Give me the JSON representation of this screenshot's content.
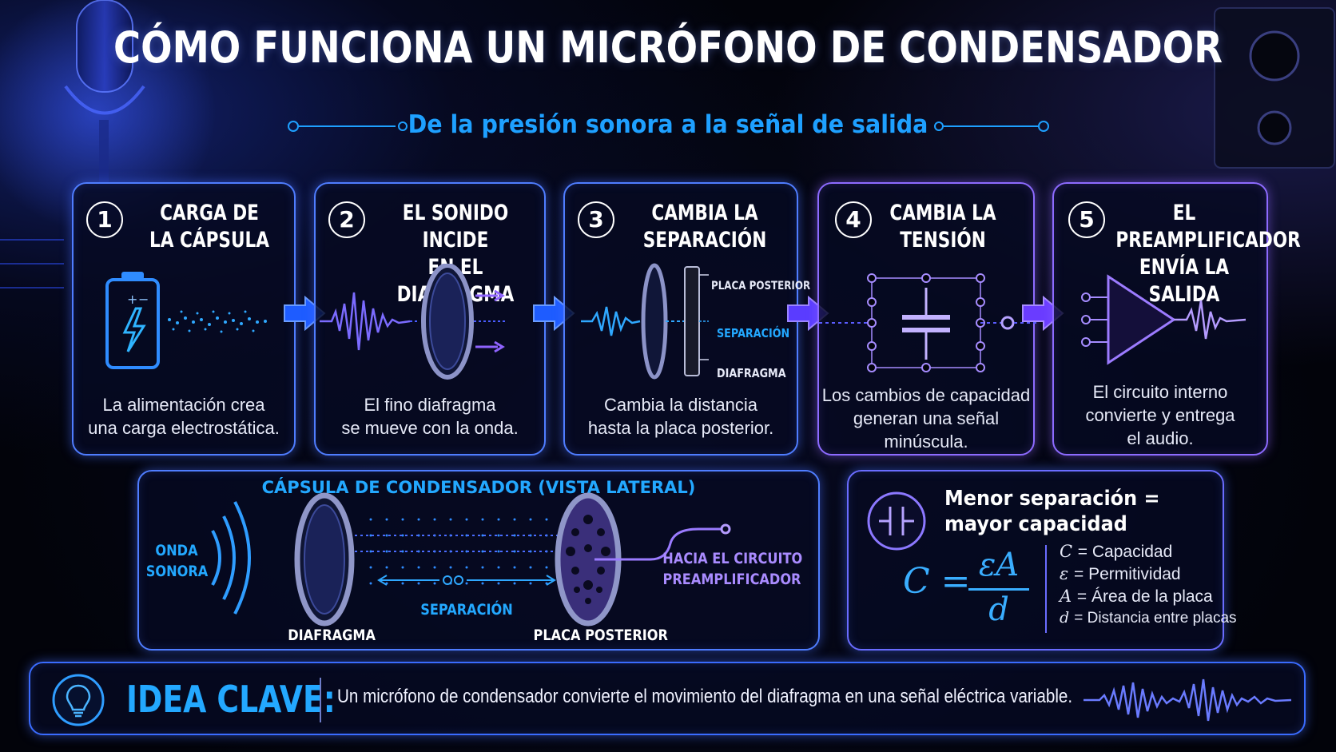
{
  "header": {
    "title": "CÓMO FUNCIONA UN MICRÓFONO DE CONDENSADOR",
    "subtitle": "De la presión sonora a la señal de salida"
  },
  "steps": [
    {
      "number": "1",
      "title_line1": "CARGA DE",
      "title_line2": "LA CÁPSULA",
      "desc_line1": "La alimentación crea",
      "desc_line2": "una carga electrostática."
    },
    {
      "number": "2",
      "title_line1": "EL SONIDO INCIDE",
      "title_line2": "EN EL DIAFRAGMA",
      "desc_line1": "El fino diafragma",
      "desc_line2": "se mueve con la onda."
    },
    {
      "number": "3",
      "title_line1": "CAMBIA LA",
      "title_line2": "SEPARACIÓN",
      "desc_line1": "Cambia la distancia",
      "desc_line2": "hasta la placa posterior.",
      "labels": {
        "back_plate": "PLACA POSTERIOR",
        "gap": "SEPARACIÓN",
        "diaphragm": "DIAFRAGMA"
      }
    },
    {
      "number": "4",
      "title_line1": "CAMBIA LA",
      "title_line2": "TENSIÓN",
      "desc_line1": "Los cambios de capacidad",
      "desc_line2": "generan una señal",
      "desc_line3": "minúscula."
    },
    {
      "number": "5",
      "title_line1": "EL PREAMPLIFICADOR",
      "title_line2": "ENVÍA LA SALIDA",
      "desc_line1": "El circuito interno",
      "desc_line2": "convierte y entrega",
      "desc_line3": "el audio."
    }
  ],
  "capsule": {
    "title": "CÁPSULA DE CONDENSADOR (VISTA LATERAL)",
    "wave_line1": "ONDA",
    "wave_line2": "SONORA",
    "diaphragm": "DIAFRAGMA",
    "gap": "SEPARACIÓN",
    "back_plate": "PLACA POSTERIOR",
    "circuit_line1": "HACIA EL CIRCUITO",
    "circuit_line2": "PREAMPLIFICADOR"
  },
  "formula": {
    "heading_line1": "Menor separación =",
    "heading_line2": "mayor capacidad",
    "lhs": "C",
    "numerator": "εA",
    "denominator": "d",
    "legend": [
      {
        "sym": "C",
        "text": "= Capacidad"
      },
      {
        "sym": "ε",
        "text": "= Permitividad"
      },
      {
        "sym": "A",
        "text": "= Área de la placa"
      },
      {
        "sym": "d",
        "text": "= Distancia entre placas"
      }
    ]
  },
  "key_idea": {
    "label": "IDEA CLAVE:",
    "text": "Un micrófono de condensador convierte el movimiento del diafragma en una señal eléctrica variable."
  },
  "colors": {
    "accent_blue": "#1ea0ff",
    "accent_violet": "#8d6bff",
    "card_border": "#4f7dff"
  },
  "icons": [
    "battery-icon",
    "lightning-icon",
    "capacitor-icon",
    "amplifier-icon",
    "lightbulb-icon",
    "arrow-right-icon"
  ]
}
